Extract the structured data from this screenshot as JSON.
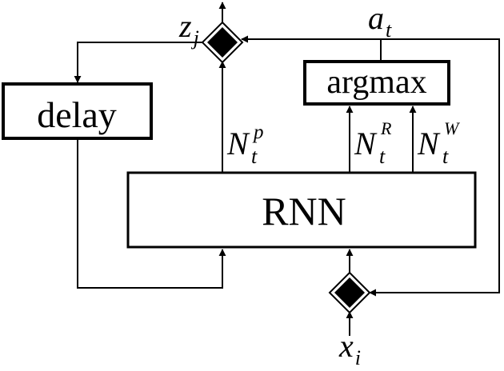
{
  "blocks": {
    "delay": "delay",
    "argmax": "argmax",
    "rnn": "RNN"
  },
  "signals": {
    "output_z": {
      "base": "z",
      "sub": "j"
    },
    "action_a": {
      "base": "a",
      "sub": "t"
    },
    "input_x": {
      "base": "x",
      "sub": "i"
    },
    "n_p": {
      "base": "N",
      "sub": "t",
      "sup": "p"
    },
    "n_r": {
      "base": "N",
      "sub": "t",
      "sup": "R"
    },
    "n_w": {
      "base": "N",
      "sub": "t",
      "sup": "W"
    }
  }
}
